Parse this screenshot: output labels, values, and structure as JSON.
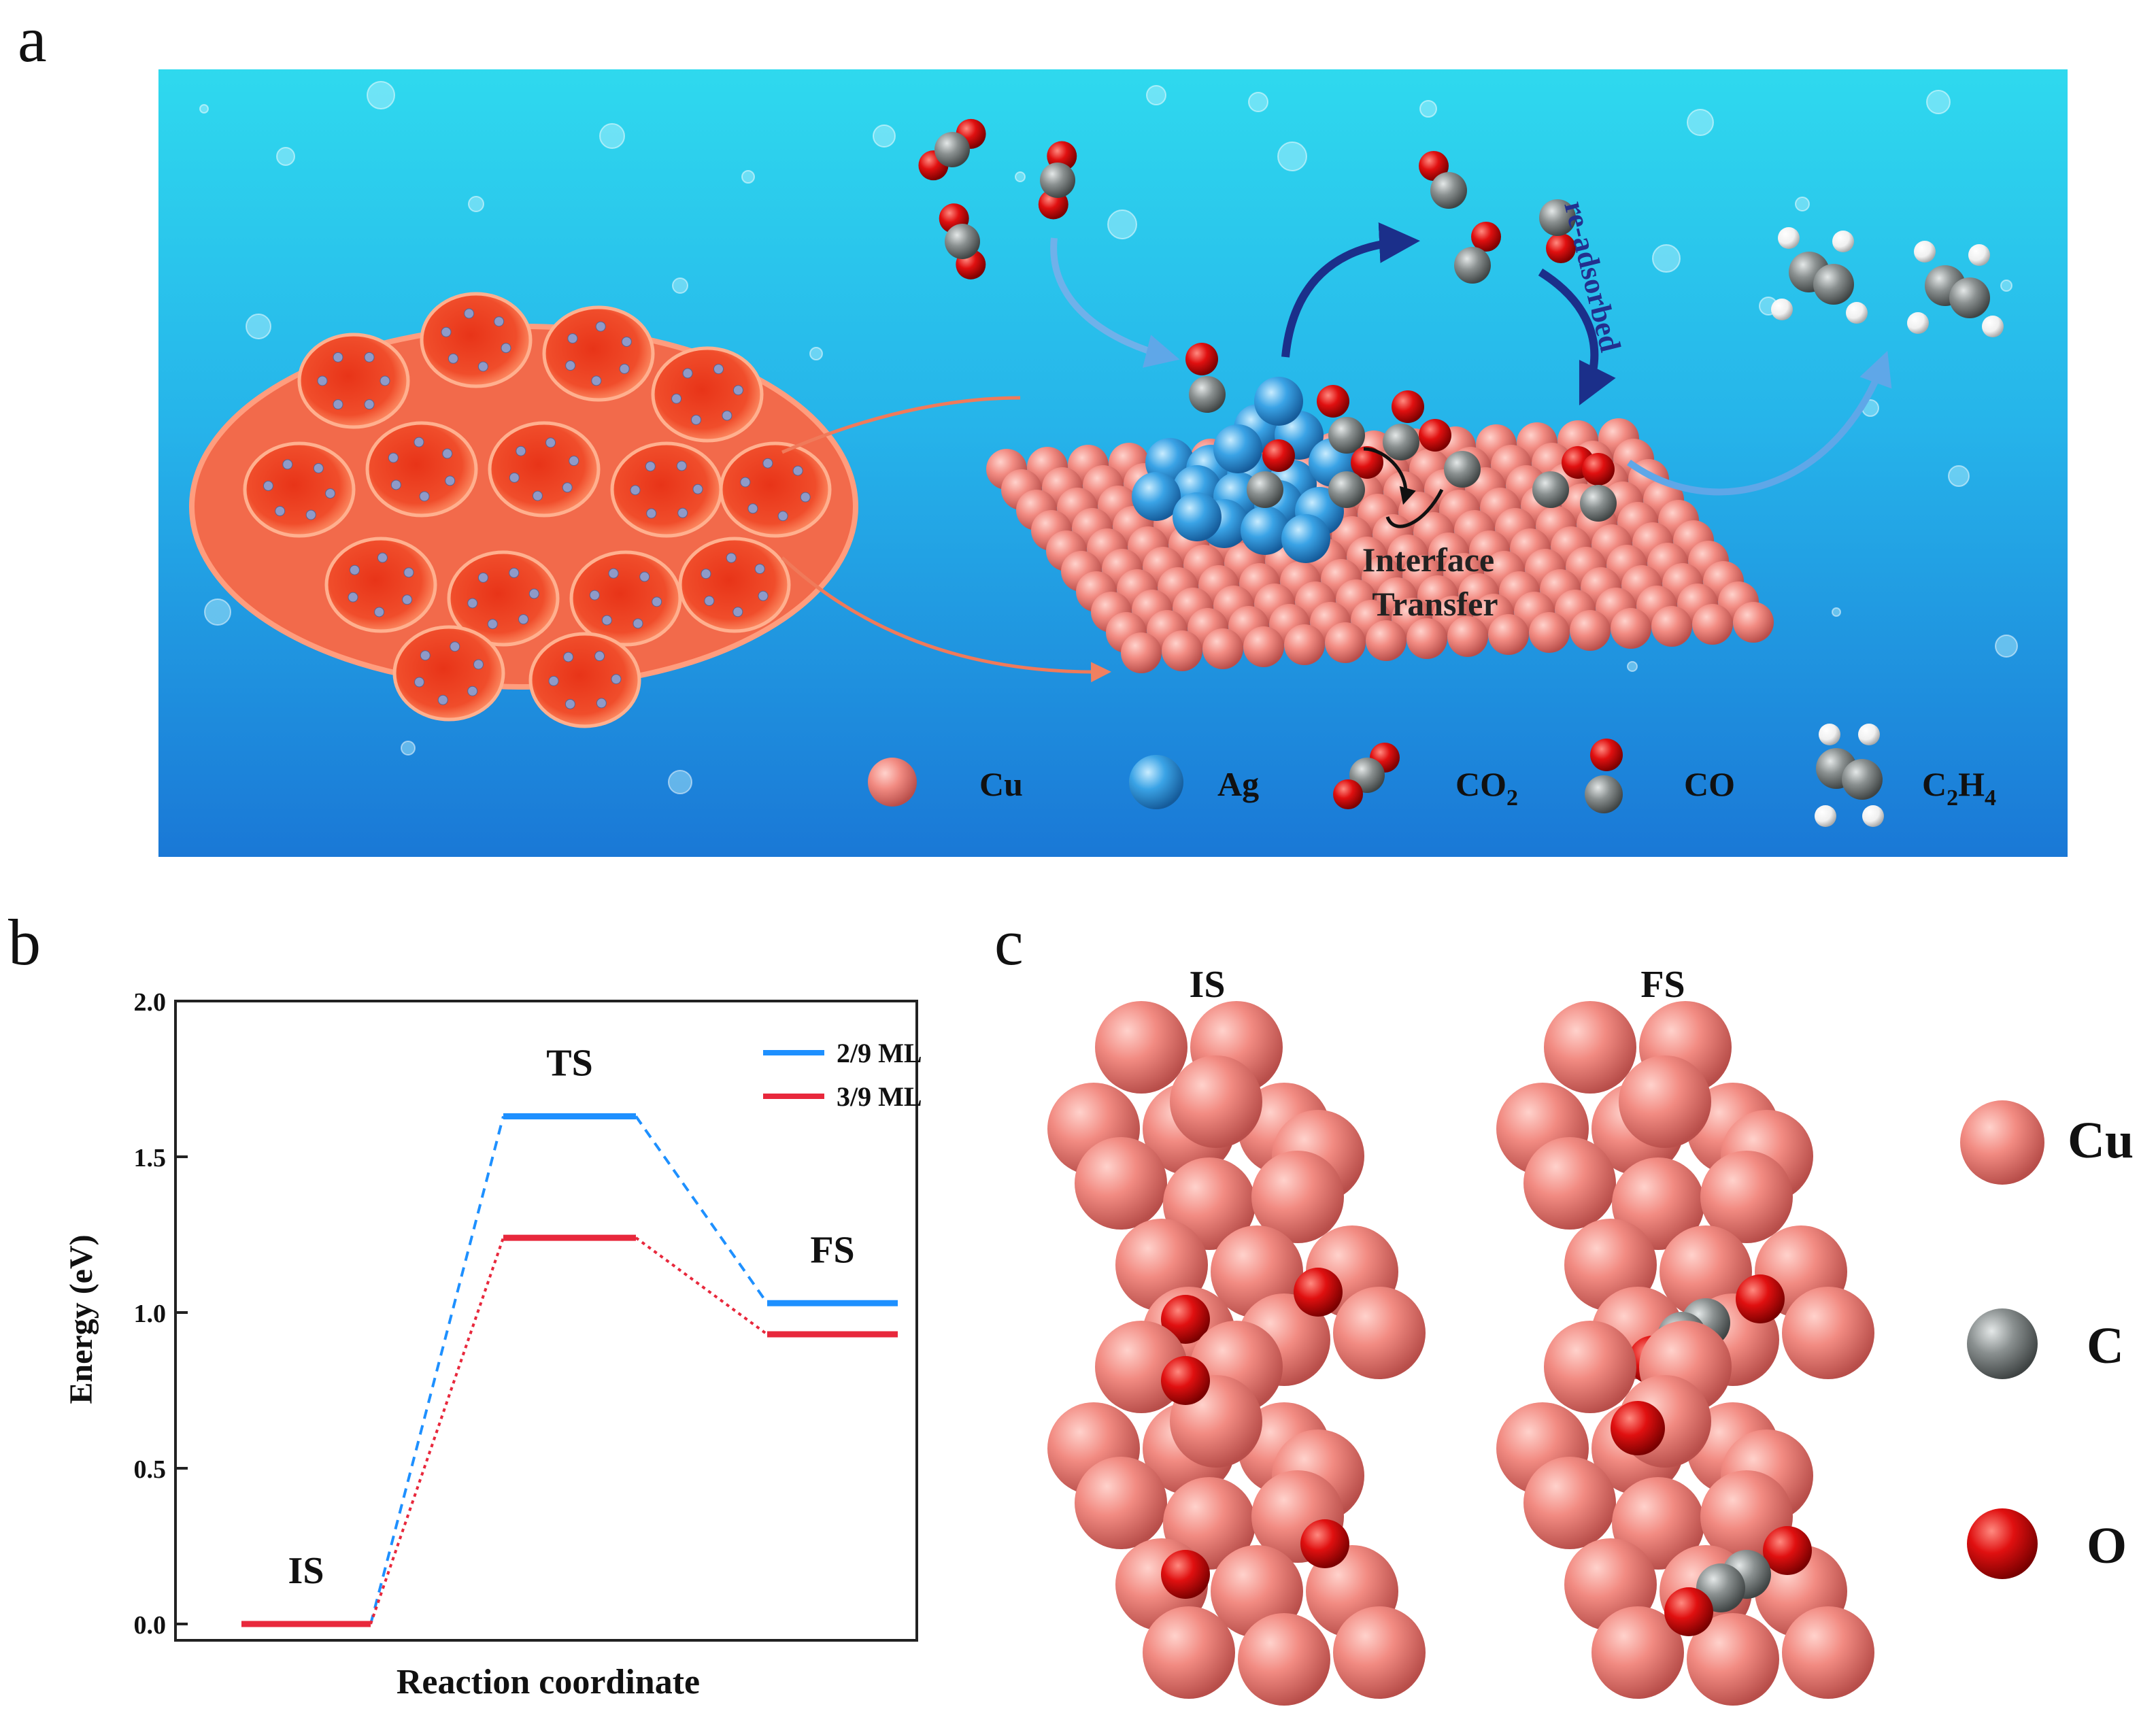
{
  "panels": {
    "a": "a",
    "b": "b",
    "c": "c"
  },
  "panel_a": {
    "annotations": {
      "re_adsorbed": "re-adsorbed",
      "interface_line1": "Interface",
      "interface_line2": "Transfer"
    },
    "legend": [
      {
        "key": "cu",
        "label": "Cu"
      },
      {
        "key": "ag",
        "label": "Ag"
      },
      {
        "key": "co2",
        "label": "CO",
        "sub": "2"
      },
      {
        "key": "co",
        "label": "CO"
      },
      {
        "key": "c2h4",
        "label": "C",
        "sub": "2",
        "label2": "H",
        "sub2": "4"
      }
    ],
    "colors": {
      "cu": "#f08a80",
      "ag": "#3aa0e0",
      "o": "#e01010",
      "c": "#8a8f8f",
      "h": "#f4f4f4",
      "bg_top": "#2fd7ea",
      "bg_bottom": "#1e7fd8"
    }
  },
  "chart_data": {
    "type": "line",
    "xlabel": "Reaction coordinate",
    "ylabel": "Energy (eV)",
    "ylim": [
      0.0,
      2.0
    ],
    "yticks": [
      "0.0",
      "0.5",
      "1.0",
      "1.5",
      "2.0"
    ],
    "states": [
      "IS",
      "TS",
      "FS"
    ],
    "series": [
      {
        "name": "2/9 ML",
        "color": "#1e90ff",
        "values": [
          0.0,
          1.63,
          1.03
        ]
      },
      {
        "name": "3/9 ML",
        "color": "#e8283c",
        "values": [
          0.0,
          1.24,
          0.93
        ]
      }
    ],
    "legend_position": "top-right",
    "grid": false
  },
  "panel_c": {
    "col_headers": [
      "IS",
      "FS"
    ],
    "legend": [
      {
        "key": "cu",
        "label": "Cu"
      },
      {
        "key": "c",
        "label": "C"
      },
      {
        "key": "o",
        "label": "O"
      }
    ]
  }
}
